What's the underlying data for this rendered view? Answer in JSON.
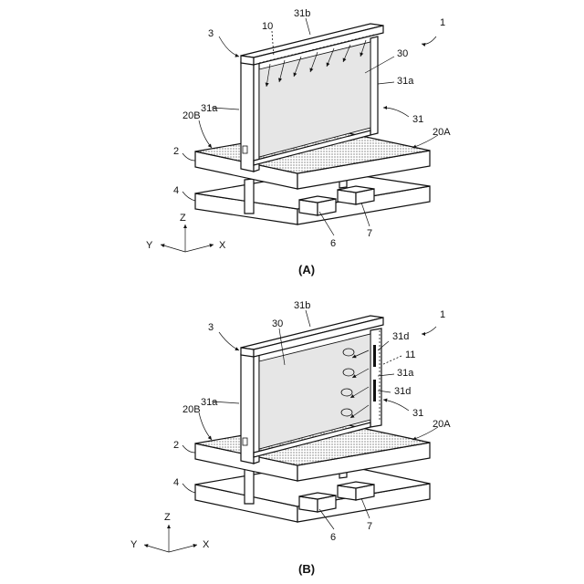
{
  "figure_a": {
    "caption": "(A)",
    "labels": {
      "device": "1",
      "frame_assembly": "3",
      "light_source": "10",
      "frame_top": "31b",
      "panel": "30",
      "frame_side_right": "31a",
      "frame_side_left": "31a",
      "frame": "31",
      "surface_b": "20B",
      "surface_a": "20A",
      "upper_plate": "2",
      "lower_plate": "4",
      "block_left": "6",
      "block_right": "7"
    },
    "axes": {
      "z": "Z",
      "y": "Y",
      "x": "X"
    }
  },
  "figure_b": {
    "caption": "(B)",
    "labels": {
      "device": "1",
      "frame_assembly": "3",
      "frame_top": "31b",
      "panel": "30",
      "slot_upper": "31d",
      "light_source": "11",
      "frame_side_right": "31a",
      "slot_lower": "31d",
      "frame": "31",
      "frame_side_left": "31a",
      "surface_b": "20B",
      "surface_a": "20A",
      "upper_plate": "2",
      "lower_plate": "4",
      "block_left": "6",
      "block_right": "7"
    },
    "axes": {
      "z": "Z",
      "y": "Y",
      "x": "X"
    }
  }
}
